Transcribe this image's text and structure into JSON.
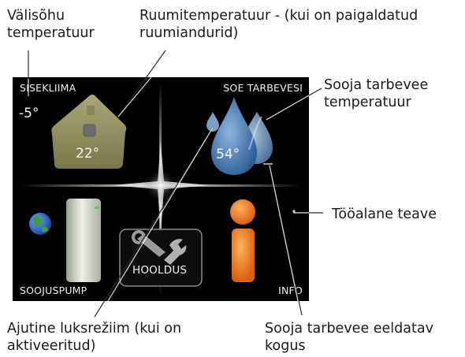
{
  "annotations": {
    "outdoor_temp": [
      "Välisõhu",
      "temperatuur"
    ],
    "room_temp": [
      "Ruumitemperatuur - (kui on paigaldatud",
      "ruumiandurid)"
    ],
    "hot_water_temp": [
      "Sooja tarbevee",
      "temperatuur"
    ],
    "operating_info": [
      "Tööalane teave"
    ],
    "temp_lux": [
      "Ajutine luksrežiim (kui on",
      "aktiveeritud)"
    ],
    "hot_water_amount": [
      "Sooja tarbevee eeldatav",
      "kogus"
    ]
  },
  "display": {
    "indoor_climate_label": "SISEKLIIMA",
    "hot_water_label": "SOE TARBEVESI",
    "heat_pump_label": "SOOJUSPUMP",
    "info_label": "INFO",
    "service_label": "HOOLDUS",
    "outdoor_temp_value": "-5°",
    "room_temp_value": "22°",
    "hot_water_temp_value": "54°"
  },
  "icons": {
    "house": "house-icon",
    "water_drops": "water-drops-icon",
    "globe": "globe-icon",
    "heat_pump": "heat-pump-icon",
    "service": "wrench-icon",
    "info": "info-icon"
  },
  "colors": {
    "screen_bg": "#000000",
    "house": "#8f8c5e",
    "drop": "#3f73ad",
    "info": "#e9701a"
  }
}
